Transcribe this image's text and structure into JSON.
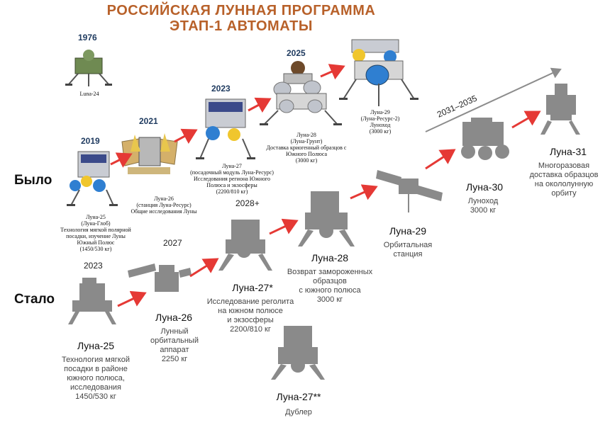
{
  "title": {
    "line1": "РОССИЙСКАЯ  ЛУННАЯ ПРОГРАММА",
    "line2": "ЭТАП-1  АВТОМАТЫ"
  },
  "row_labels": {
    "was": "Было",
    "now": "Стало"
  },
  "old_plan": [
    {
      "year": "1976",
      "lines": [
        "Luna-24"
      ]
    },
    {
      "year": "2019",
      "lines": [
        "Луна-25",
        "(Луна-Глоб)",
        "Технология мягкой полярной",
        "посадки, изучение Луны",
        "Южный Полюс",
        "(1450/530 кг)"
      ]
    },
    {
      "year": "2021",
      "lines": [
        "Луна-26",
        "(станция Луна-Ресурс)",
        "Общие исследования Луны"
      ]
    },
    {
      "year": "2023",
      "lines": [
        "Луна-27",
        "(посадочный модуль Луна-Ресурс)",
        "Исследования региона Южного",
        "Полюса и экзосферы",
        "(2200/810 кг)"
      ]
    },
    {
      "year": "2025",
      "lines": [
        "Луна-28",
        "(Луна-Грунт)",
        "Доставка криогенный образцов с",
        "Южного Полюса",
        "(3000 кг)"
      ]
    },
    {
      "year": "",
      "lines": [
        "Луна-29",
        "(Луна-Ресурс-2)",
        "Луноход",
        "(3000 кг)"
      ]
    }
  ],
  "new_plan": [
    {
      "year": "2023",
      "name": "Луна-25",
      "desc": [
        "Технология мягкой",
        "посадки в районе",
        "южного полюса,",
        "исследования",
        "1450/530 кг"
      ]
    },
    {
      "year": "2027",
      "name": "Луна-26",
      "desc": [
        "Лунный",
        "орбитальный",
        "аппарат",
        "2250 кг"
      ]
    },
    {
      "year": "2028+",
      "name": "Луна-27*",
      "desc": [
        "Исследование реголита",
        "на южном полюсе",
        "и экзосферы",
        "2200/810 кг"
      ]
    },
    {
      "year": "",
      "name": "Луна-28",
      "desc": [
        "Возврат замороженных",
        "образцов",
        "с южного полюса",
        "3000 кг"
      ]
    },
    {
      "year": "",
      "name": "Луна-29",
      "desc": [
        "Орбитальная",
        "станция"
      ]
    },
    {
      "year": "2031–2035",
      "name": "Луна-30",
      "desc": [
        "Луноход",
        "3000 кг"
      ]
    },
    {
      "year": "",
      "name": "Луна-31",
      "desc": [
        "Многоразовая",
        "доставка образцов",
        "на окололунную",
        "орбиту"
      ]
    },
    {
      "year": "",
      "name": "Луна-27**",
      "desc": [
        "Дублер"
      ]
    }
  ],
  "colors": {
    "title": "#b8612a",
    "arrow": "#e53935",
    "silhouette": "#8a8a8a",
    "old_year": "#1e3a5f",
    "trend_arrow": "#8c8c8c"
  }
}
